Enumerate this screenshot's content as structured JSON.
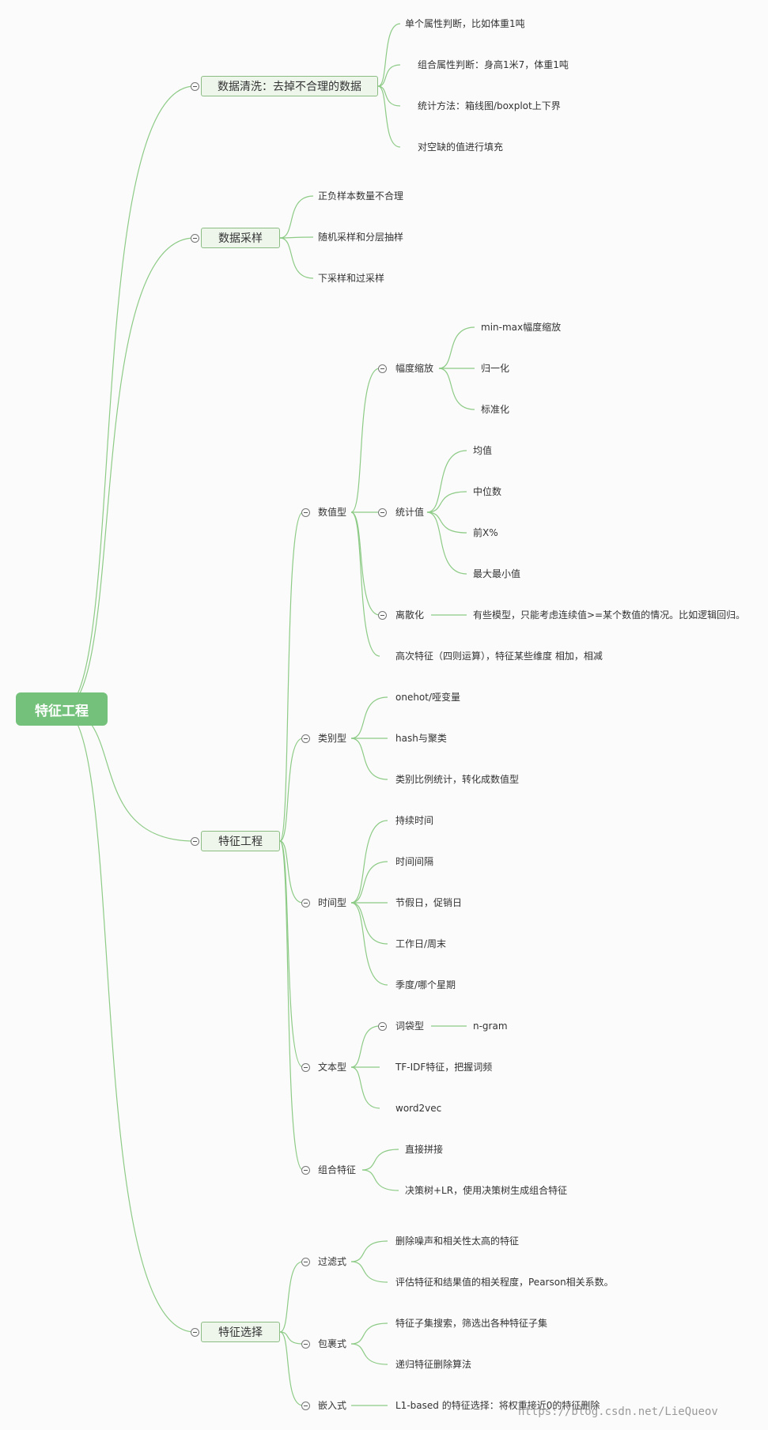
{
  "colors": {
    "line": "#8dcb86",
    "root_bg": "#73c17b",
    "box_bg": "#eef6ec",
    "box_border": "#8bbd83"
  },
  "root": {
    "label": "特征工程"
  },
  "cleaning": {
    "label": "数据清洗：去掉不合理的数据",
    "items": [
      "单个属性判断，比如体重1吨",
      "组合属性判断：身高1米7，体重1吨",
      "统计方法：箱线图/boxplot上下界",
      "对空缺的值进行填充"
    ]
  },
  "sampling": {
    "label": "数据采样",
    "items": [
      "正负样本数量不合理",
      "随机采样和分层抽样",
      "下采样和过采样"
    ]
  },
  "engineering": {
    "label": "特征工程",
    "numeric": {
      "label": "数值型",
      "scaling": {
        "label": "幅度缩放",
        "items": [
          "min-max幅度缩放",
          "归一化",
          "标准化"
        ]
      },
      "stats": {
        "label": "统计值",
        "items": [
          "均值",
          "中位数",
          "前X%",
          "最大最小值"
        ]
      },
      "discrete": {
        "label": "离散化",
        "desc": "有些模型，只能考虑连续值>=某个数值的情况。比如逻辑回归。"
      },
      "higher": "高次特征（四则运算），特征某些维度 相加，相减"
    },
    "categorical": {
      "label": "类别型",
      "items": [
        "onehot/哑变量",
        "hash与聚类",
        "类别比例统计，转化成数值型"
      ]
    },
    "time": {
      "label": "时间型",
      "items": [
        "持续时间",
        "时间间隔",
        "节假日，促销日",
        "工作日/周末",
        "季度/哪个星期"
      ]
    },
    "text": {
      "label": "文本型",
      "bow": {
        "label": "词袋型",
        "child": "n-gram"
      },
      "items": [
        "TF-IDF特征，把握词频",
        "word2vec"
      ]
    },
    "combo": {
      "label": "组合特征",
      "items": [
        "直接拼接",
        "决策树+LR，使用决策树生成组合特征"
      ]
    }
  },
  "selection": {
    "label": "特征选择",
    "filter": {
      "label": "过滤式",
      "items": [
        "删除噪声和相关性太高的特征",
        "评估特征和结果值的相关程度，Pearson相关系数。"
      ]
    },
    "wrapper": {
      "label": "包裹式",
      "items": [
        "特征子集搜索，筛选出各种特征子集",
        "递归特征删除算法"
      ]
    },
    "embedded": {
      "label": "嵌入式",
      "desc": "L1-based 的特征选择：将权重接近0的特征删除"
    }
  },
  "watermark": "https://blog.csdn.net/LieQueov"
}
